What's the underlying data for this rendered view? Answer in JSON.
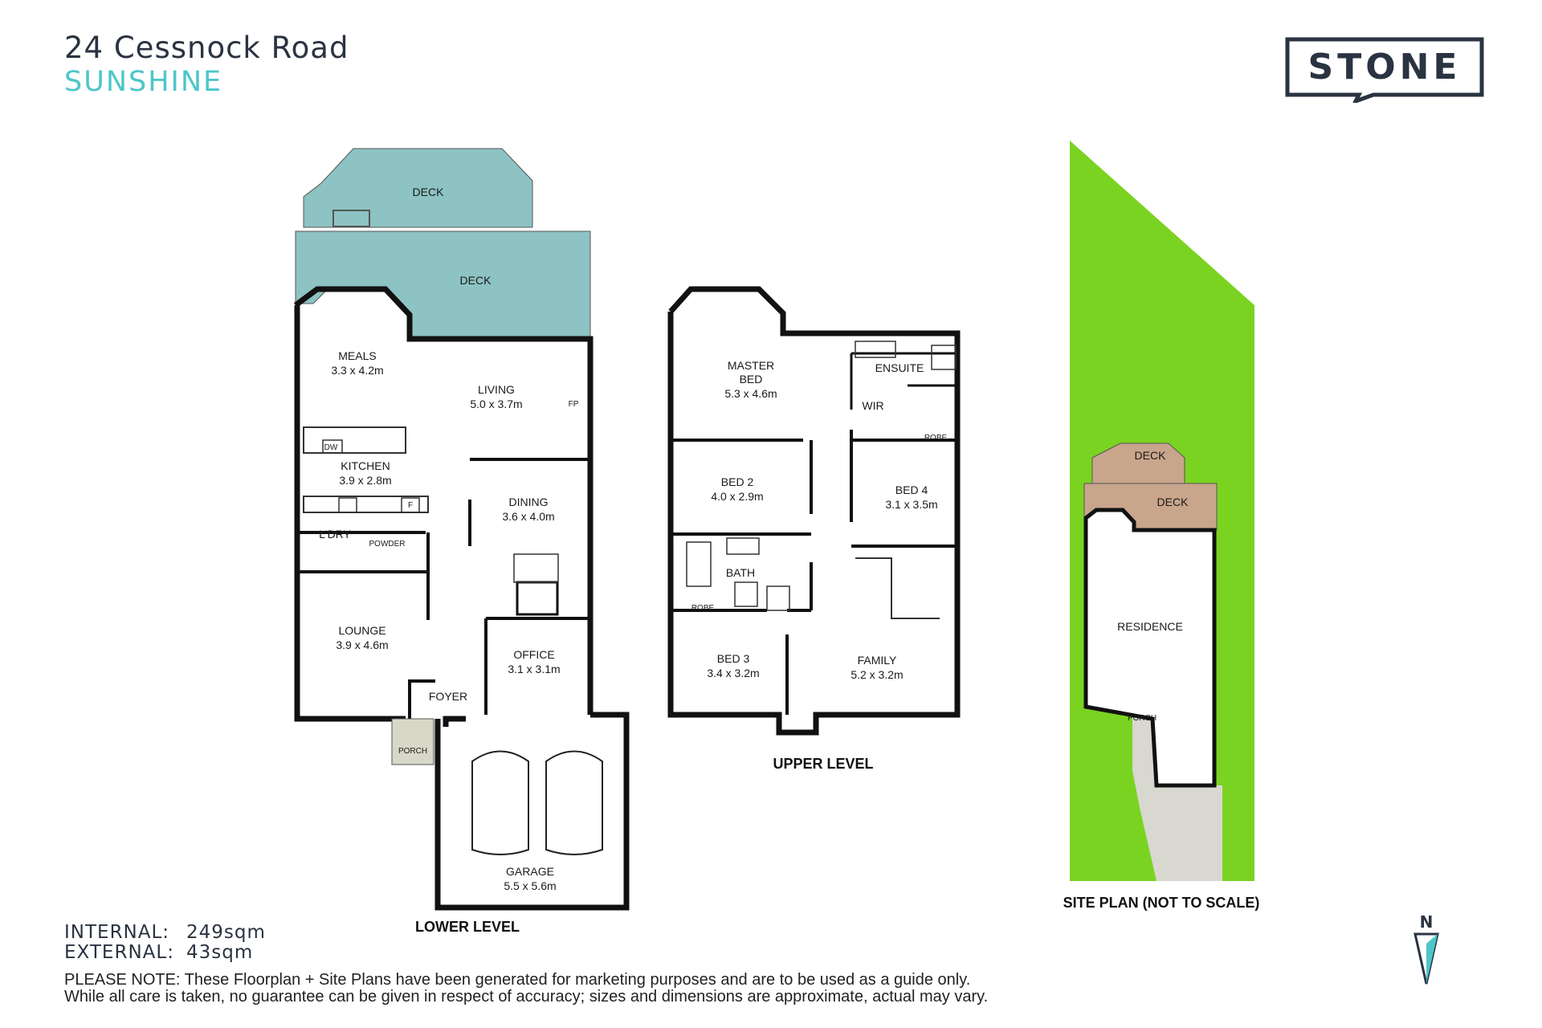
{
  "header": {
    "address": "24 Cessnock Road",
    "suburb": "SUNSHINE"
  },
  "logo": {
    "text": "STONE"
  },
  "colors": {
    "deck_teal": "#8dc3c3",
    "deck_brown": "#c9a58c",
    "lawn": "#7bd321",
    "accent": "#4dc6c9",
    "ink": "#2a3341"
  },
  "lower_level": {
    "label": "LOWER LEVEL",
    "rooms": {
      "deck_top": "DECK",
      "deck_main": "DECK",
      "meals": "MEALS",
      "meals_dim": "3.3 x 4.2m",
      "living": "LIVING",
      "living_dim": "5.0 x 3.7m",
      "kitchen": "KITCHEN",
      "kitchen_dim": "3.9 x 2.8m",
      "dining": "DINING",
      "dining_dim": "3.6 x 4.0m",
      "ldry": "L'DRY",
      "powder": "POWDER",
      "lounge": "LOUNGE",
      "lounge_dim": "3.9 x 4.6m",
      "office": "OFFICE",
      "office_dim": "3.1 x 3.1m",
      "foyer": "FOYER",
      "porch": "PORCH",
      "garage": "GARAGE",
      "garage_dim": "5.5 x 5.6m",
      "dw": "DW",
      "f": "F",
      "fp": "FP"
    }
  },
  "upper_level": {
    "label": "UPPER LEVEL",
    "rooms": {
      "master": "MASTER",
      "master_bed": "BED",
      "master_dim": "5.3 x 4.6m",
      "ensuite": "ENSUITE",
      "wir": "WIR",
      "robe": "ROBE",
      "bed2": "BED 2",
      "bed2_dim": "4.0 x 2.9m",
      "bed4": "BED 4",
      "bed4_dim": "3.1 x 3.5m",
      "bath": "BATH",
      "bed3": "BED 3",
      "bed3_dim": "3.4 x 3.2m",
      "family": "FAMILY",
      "family_dim": "5.2 x 3.2m"
    }
  },
  "site_plan": {
    "label": "SITE PLAN (NOT TO SCALE)",
    "deck_upper": "DECK",
    "deck_lower": "DECK",
    "residence": "RESIDENCE",
    "porch": "PORCH"
  },
  "compass": {
    "label": "N"
  },
  "areas": {
    "internal_label": "INTERNAL:",
    "internal_value": "249sqm",
    "external_label": "EXTERNAL:",
    "external_value": "43sqm"
  },
  "note": {
    "line1": "PLEASE NOTE: These Floorplan + Site Plans have been generated for marketing purposes and are to be used as a guide only.",
    "line2": "While all care is taken, no guarantee can be given in respect of accuracy; sizes and dimensions are approximate, actual may vary."
  }
}
